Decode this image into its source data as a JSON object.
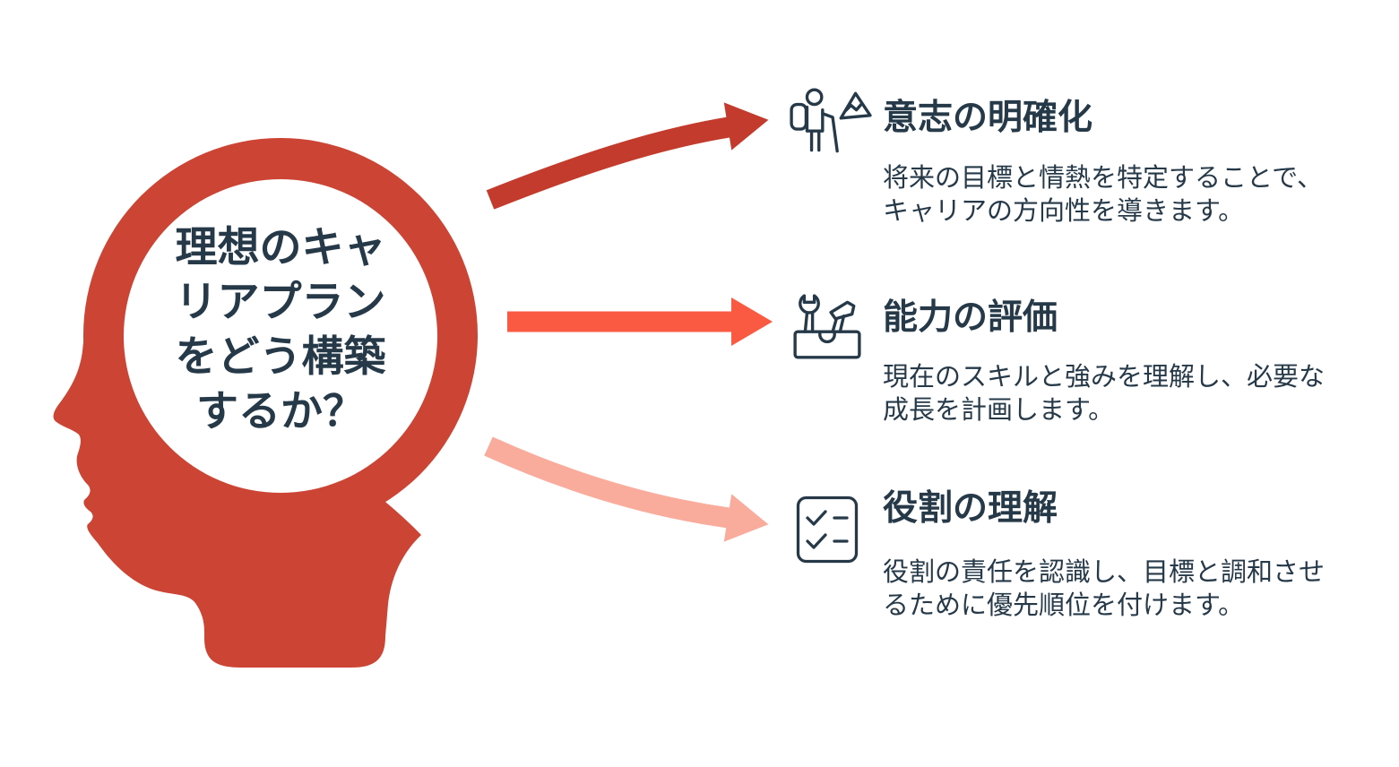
{
  "palette": {
    "head_red": "#CC4433",
    "arrow_dark_red": "#C23B2C",
    "arrow_coral": "#FA5A42",
    "arrow_salmon": "#F9AC9C",
    "text_navy": "#263949"
  },
  "head": {
    "question": "理想のキャ\nリアプラン\nをどう構築\nするか？"
  },
  "items": [
    {
      "icon": "hiker-mountain-icon",
      "title": "意志の明確化",
      "description": "将来の目標と情熱を特定することで、キャリアの方向性を導きます。"
    },
    {
      "icon": "toolbox-icon",
      "title": "能力の評価",
      "description": "現在のスキルと強みを理解し、必要な成長を計画します。"
    },
    {
      "icon": "checklist-icon",
      "title": "役割の理解",
      "description": "役割の責任を認識し、目標と調和させるために優先順位を付けます。"
    }
  ]
}
